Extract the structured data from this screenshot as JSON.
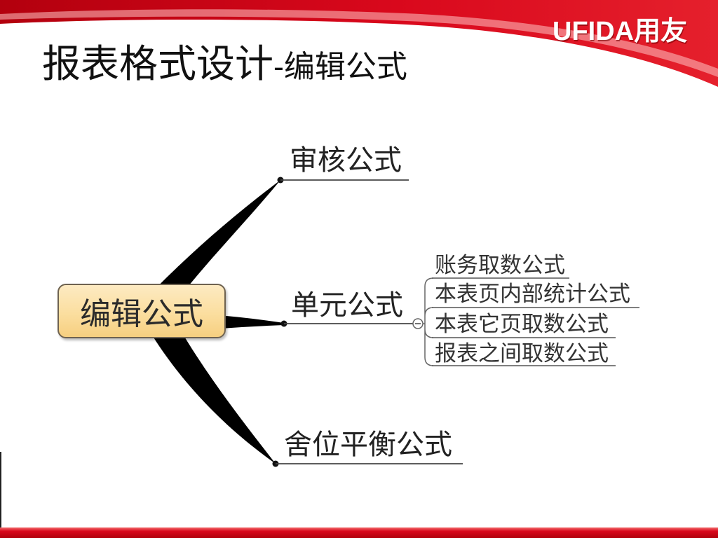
{
  "slide": {
    "title_main": "报表格式设计",
    "title_sub": "-编辑公式",
    "logo_text": "UFIDA用友"
  },
  "mindmap": {
    "center": "编辑公式",
    "branches": [
      {
        "label": "审核公式"
      },
      {
        "label": "单元公式",
        "children": [
          "账务取数公式",
          "本表页内部统计公式",
          "本表它页取数公式",
          "报表之间取数公式"
        ]
      },
      {
        "label": "舍位平衡公式"
      }
    ]
  },
  "icons": {
    "collapse_toggle": "collapse-minus-icon"
  },
  "colors": {
    "brand_red": "#D9081C",
    "node_fill": "#FBDE9F",
    "node_border": "#6E6250",
    "connector": "#000000"
  }
}
